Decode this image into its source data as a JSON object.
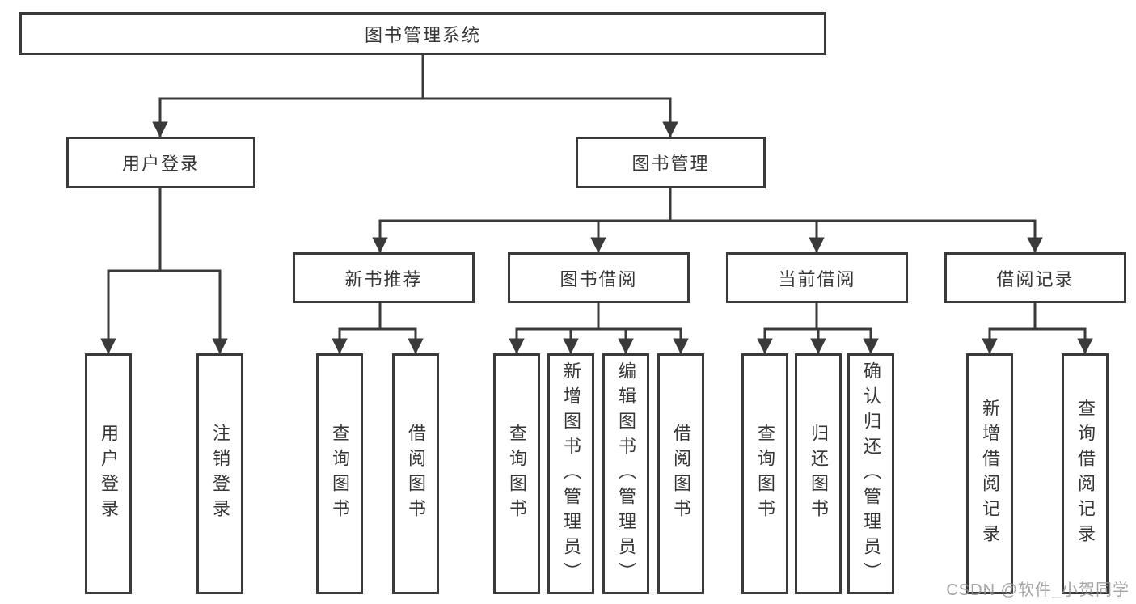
{
  "tree": {
    "root": {
      "label": "图书管理系统",
      "children": [
        {
          "label": "用户登录",
          "children": [
            {
              "label": "用户登录"
            },
            {
              "label": "注销登录"
            }
          ]
        },
        {
          "label": "图书管理",
          "children": [
            {
              "label": "新书推荐",
              "children": [
                {
                  "label": "查询图书"
                },
                {
                  "label": "借阅图书"
                }
              ]
            },
            {
              "label": "图书借阅",
              "children": [
                {
                  "label": "查询图书"
                },
                {
                  "label": "新增图书（管理员）"
                },
                {
                  "label": "编辑图书（管理员）"
                },
                {
                  "label": "借阅图书"
                }
              ]
            },
            {
              "label": "当前借阅",
              "children": [
                {
                  "label": "查询图书"
                },
                {
                  "label": "归还图书"
                },
                {
                  "label": "确认归还（管理员）"
                }
              ]
            },
            {
              "label": "借阅记录",
              "children": [
                {
                  "label": "新增借阅记录"
                },
                {
                  "label": "查询借阅记录"
                }
              ]
            }
          ]
        }
      ]
    }
  },
  "watermark": {
    "text": "CSDN @软件_小贺同学"
  },
  "colors": {
    "line": "#3a3a3a",
    "text": "#363636",
    "background": "#ffffff",
    "watermark": "#949494"
  }
}
